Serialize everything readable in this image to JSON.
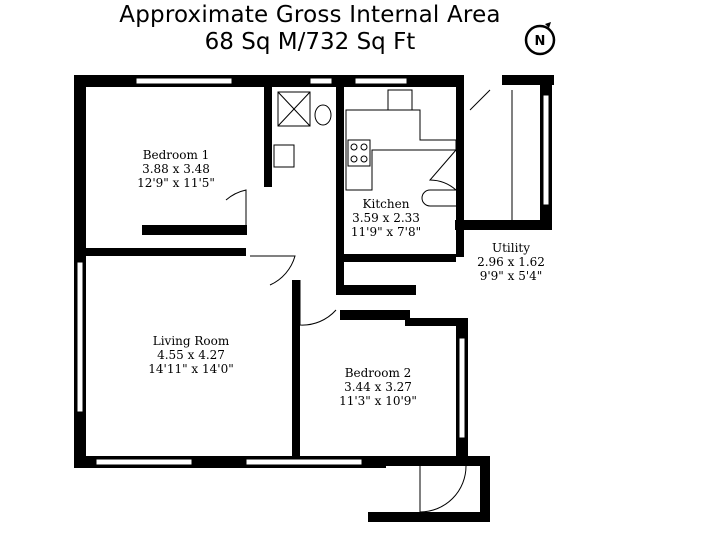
{
  "title": {
    "line1": "Approximate Gross Internal Area",
    "line2": "68 Sq M/732 Sq Ft"
  },
  "compass": {
    "icon": "north-arrow-icon",
    "letter": "N"
  },
  "rooms": [
    {
      "id": "bedroom1",
      "name": "Bedroom 1",
      "metric": "3.88 x 3.48",
      "imperial": "12'9\" x 11'5\""
    },
    {
      "id": "kitchen",
      "name": "Kitchen",
      "metric": "3.59 x 2.33",
      "imperial": "11'9\" x 7'8\""
    },
    {
      "id": "utility",
      "name": "Utility",
      "metric": "2.96 x 1.62",
      "imperial": "9'9\" x 5'4\""
    },
    {
      "id": "living",
      "name": "Living Room",
      "metric": "4.55 x 4.27",
      "imperial": "14'11\" x 14'0\""
    },
    {
      "id": "bedroom2",
      "name": "Bedroom 2",
      "metric": "3.44 x 3.27",
      "imperial": "11'3\" x 10'9\""
    }
  ],
  "colors": {
    "wall": "#000000",
    "background": "#ffffff"
  }
}
